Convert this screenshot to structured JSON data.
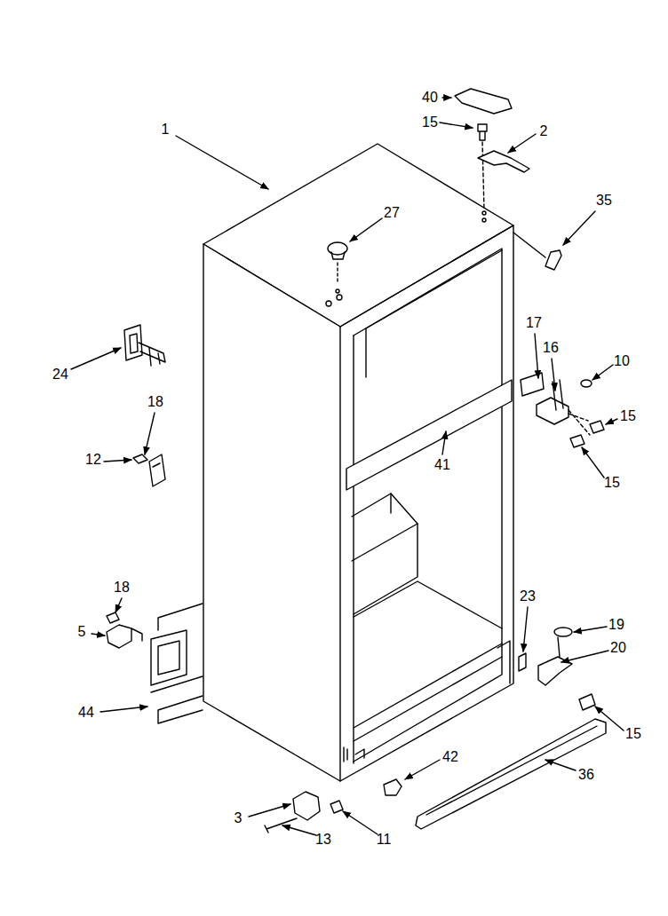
{
  "diagram": {
    "labels": [
      "40",
      "15",
      "2",
      "1",
      "27",
      "35",
      "24",
      "17",
      "16",
      "10",
      "15",
      "18",
      "12",
      "41",
      "15",
      "18",
      "5",
      "23",
      "19",
      "20",
      "44",
      "15",
      "42",
      "36",
      "3",
      "13",
      "11"
    ]
  }
}
